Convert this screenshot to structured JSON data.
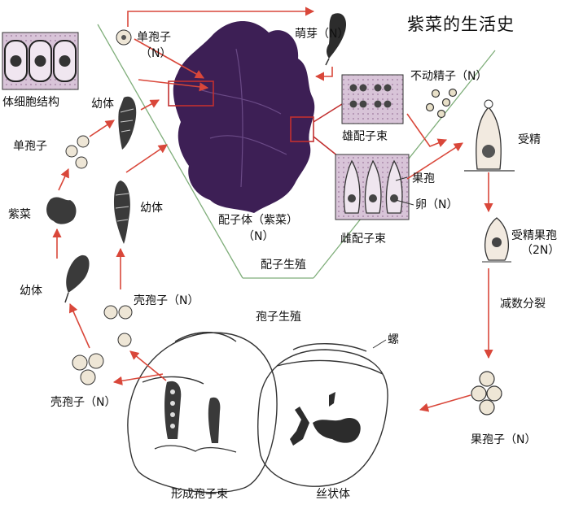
{
  "title": "紫菜的生活史",
  "labels": {
    "cell_structure": "体细胞结构",
    "monospore_top": "单孢子",
    "monospore_top_ploidy": "（N）",
    "germination": "萌芽（N）",
    "juvenile_top": "幼体",
    "monospore_left": "单孢子",
    "porphyra_left": "紫菜",
    "juvenile_mid": "幼体",
    "juvenile_left": "幼体",
    "conchospore_mid": "壳孢子（N）",
    "conchospore_left": "壳孢子（N）",
    "gametophyte": "配子体（紫菜）",
    "gametophyte_ploidy": "（N）",
    "spermatia": "不动精子（N）",
    "male_sori": "雄配子束",
    "carpogonium": "果孢",
    "egg": "卵（N）",
    "female_sori": "雌配子束",
    "fertilization": "受精",
    "zygote": "受精果孢",
    "zygote_ploidy": "（2N）",
    "meiosis": "减数分裂",
    "carpospore": "果孢子（N）",
    "gametic_reproduction": "配子生殖",
    "spore_reproduction": "孢子生殖",
    "shell": "螺",
    "filament": "丝状体",
    "conchosporangia": "形成孢子束"
  },
  "colors": {
    "arrow": "#d9473a",
    "thallus": "#3d1f55",
    "divider": "#7fae7a",
    "cell_fill": "#d6c3d6",
    "outline": "#222222"
  }
}
